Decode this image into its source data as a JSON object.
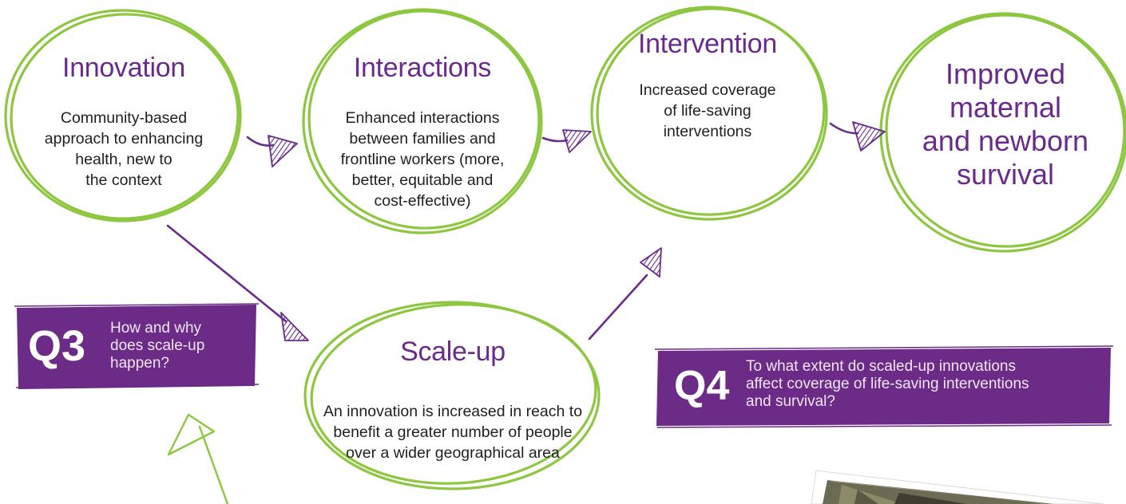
{
  "colors": {
    "purple": "#6a2a8c",
    "green": "#8dc63f",
    "box_purple": "#6b2b86",
    "text": "#1f1f1f"
  },
  "nodes": {
    "innovation": {
      "title": "Innovation",
      "lines": [
        "Community-based",
        "approach to enhancing",
        "health, new to",
        "the context"
      ]
    },
    "interactions": {
      "title": "Interactions",
      "lines": [
        "Enhanced interactions",
        "between families and",
        "frontline workers (more,",
        "better, equitable and",
        "cost-effective)"
      ]
    },
    "intervention": {
      "title": "Intervention",
      "lines": [
        "Increased coverage",
        "of life-saving",
        "interventions"
      ]
    },
    "outcome": {
      "lines": [
        "Improved",
        "maternal",
        "and newborn",
        "survival"
      ]
    },
    "scaleup": {
      "title": "Scale-up",
      "lines": [
        "An innovation is increased in reach to",
        "benefit a greater number of people",
        "over a wider geographical area"
      ]
    }
  },
  "questions": {
    "q3": {
      "label": "Q3",
      "lines": [
        "How and why",
        "does scale-up",
        "happen?"
      ]
    },
    "q4": {
      "label": "Q4",
      "lines": [
        "To what extent do scaled-up innovations",
        "affect coverage of life-saving interventions",
        "and survival?"
      ]
    }
  },
  "icons": {
    "arrowheads": "hand-drawn-triangle-arrowhead-icon",
    "photo": "photograph-thumbnail"
  }
}
